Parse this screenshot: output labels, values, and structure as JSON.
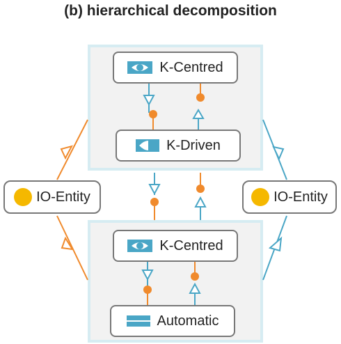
{
  "title": "(b) hierarchical decomposition",
  "upper_group": {
    "top_node": "K-Centred",
    "bottom_node": "K-Driven"
  },
  "lower_group": {
    "top_node": "K-Centred",
    "bottom_node": "Automatic"
  },
  "left_entity": "IO-Entity",
  "right_entity": "IO-Entity",
  "colors": {
    "orange": "#f08a2c",
    "blue": "#4aa6c6",
    "yellow": "#f5b800",
    "group_fill": "#f2f2f2",
    "group_border": "#d6ecf2"
  },
  "icons": {
    "k_centred": "eye-icon",
    "k_driven": "half-eye-icon",
    "automatic": "bars-icon",
    "io_entity": "yellow-dot-icon"
  }
}
